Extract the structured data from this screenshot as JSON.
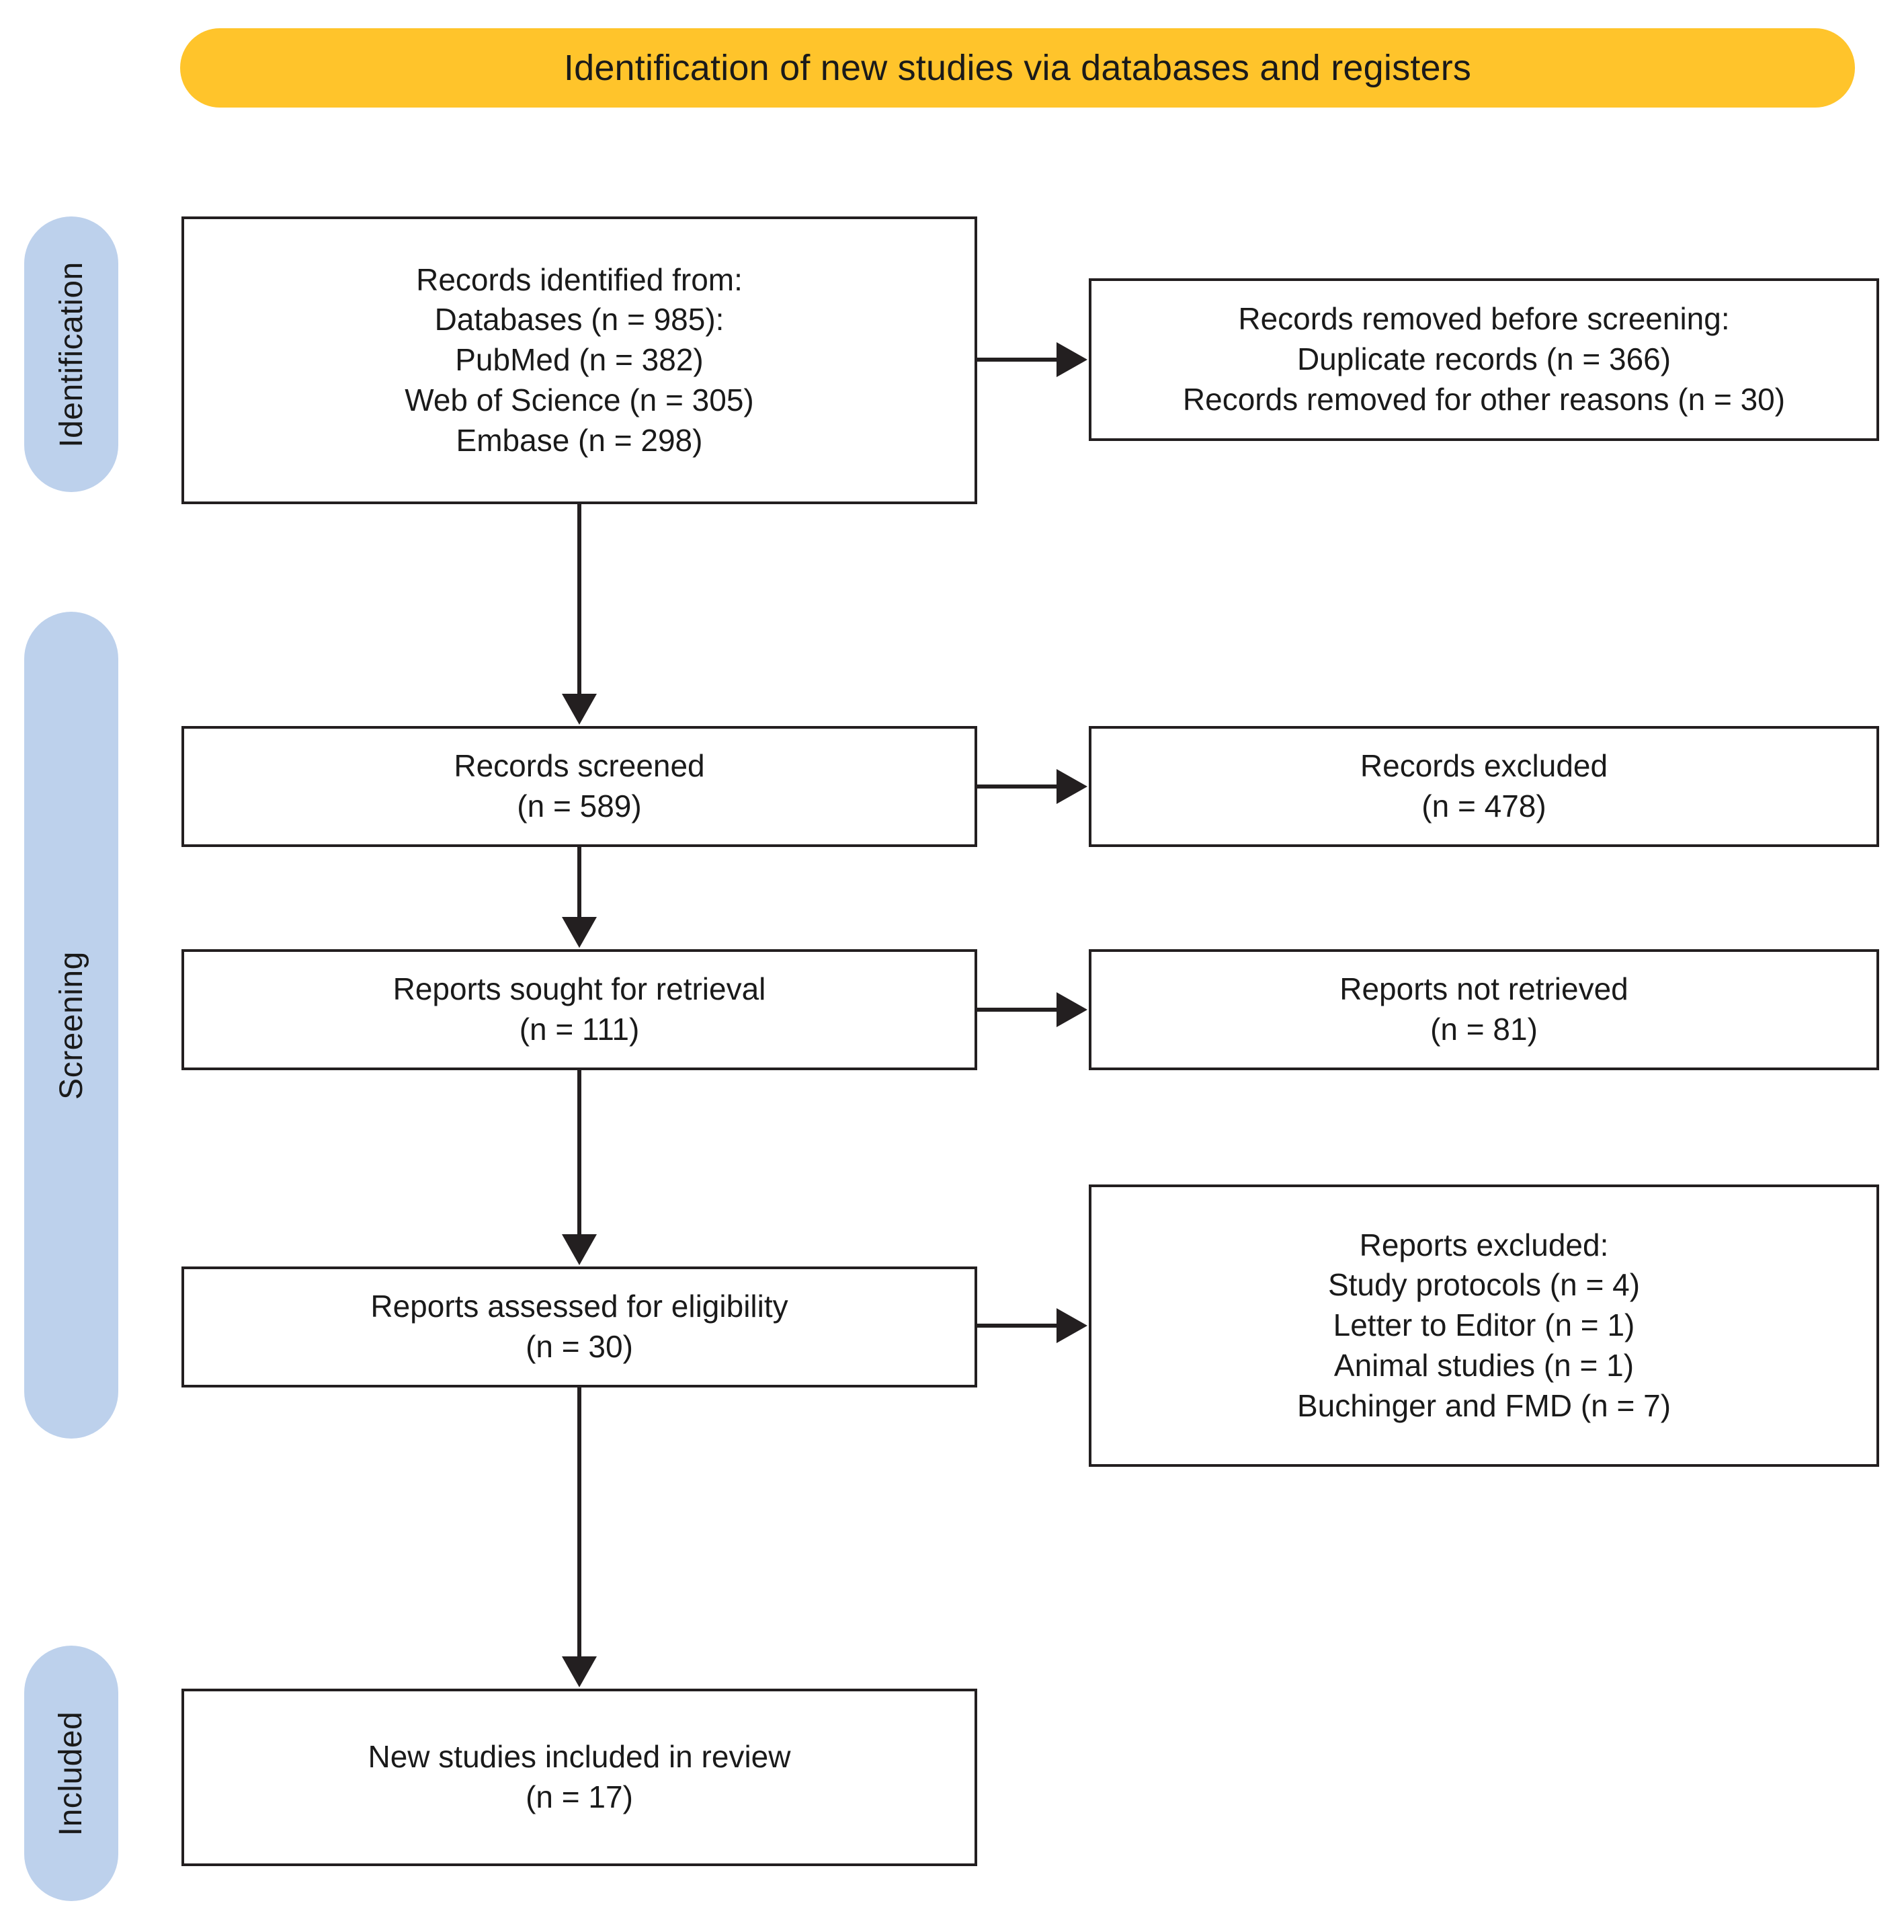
{
  "banner": {
    "title": "Identification of new studies via databases and registers",
    "color": "#FFC42B"
  },
  "rails": {
    "color": "#BDD1EC",
    "identification": "Identification",
    "screening": "Screening",
    "included": "Included"
  },
  "boxes": {
    "identified": {
      "lines": [
        "Records identified from:",
        "Databases (n = 985):",
        "PubMed (n = 382)",
        "Web of Science (n = 305)",
        "Embase (n = 298)"
      ]
    },
    "removed": {
      "lines": [
        "Records removed before screening:",
        "Duplicate records (n = 366)",
        "Records removed for other reasons (n = 30)"
      ]
    },
    "screened": {
      "lines": [
        "Records screened",
        "(n = 589)"
      ]
    },
    "excluded": {
      "lines": [
        "Records excluded",
        "(n = 478)"
      ]
    },
    "sought": {
      "lines": [
        "Reports sought for retrieval",
        "(n = 111)"
      ]
    },
    "not_retrieved": {
      "lines": [
        "Reports not retrieved",
        "(n = 81)"
      ]
    },
    "assessed": {
      "lines": [
        "Reports assessed for eligibility",
        "(n = 30)"
      ]
    },
    "reports_excluded": {
      "lines": [
        "Reports excluded:",
        "Study protocols (n = 4)",
        "Letter to Editor (n = 1)",
        "Animal studies (n = 1)",
        "Buchinger and FMD (n = 7)"
      ]
    },
    "new_included": {
      "lines": [
        "New studies included in review",
        "(n = 17)"
      ]
    }
  }
}
